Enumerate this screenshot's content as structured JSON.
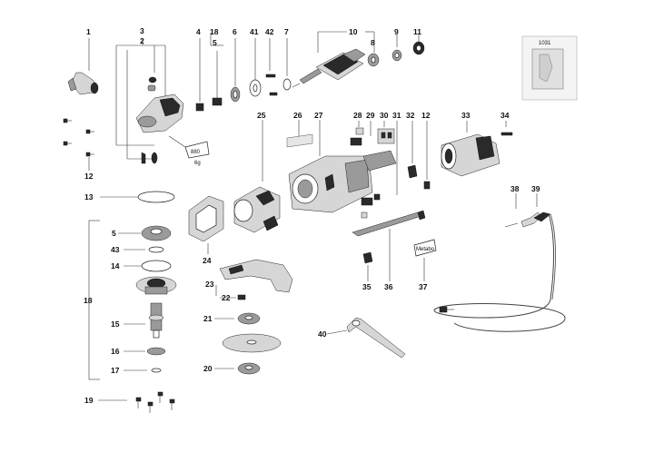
{
  "diagram": {
    "labels": {
      "p1": "1",
      "p2": "2",
      "p3": "3",
      "p4": "4",
      "p5a": "5",
      "p5b": "5",
      "p6": "6",
      "p7": "7",
      "p8": "8",
      "p9": "9",
      "p10": "10",
      "p11": "11",
      "p12a": "12",
      "p12b": "12",
      "p13": "13",
      "p14": "14",
      "p15": "15",
      "p16": "16",
      "p17": "17",
      "p18": "18",
      "p19": "19",
      "p20": "20",
      "p21": "21",
      "p22": "22",
      "p23": "23",
      "p24": "24",
      "p25": "25",
      "p26": "26",
      "p27": "27",
      "p28": "28",
      "p29": "29",
      "p30": "30",
      "p31": "31",
      "p32": "32",
      "p33": "33",
      "p34": "34",
      "p35": "35",
      "p36": "36",
      "p37": "37",
      "p38": "38",
      "p39": "39",
      "p40": "40",
      "p41": "41",
      "p42": "42",
      "p43": "43"
    },
    "tag_880": "880",
    "tag_6g": "6g",
    "brand_plate": "Metabo",
    "corner_code": "1031"
  }
}
